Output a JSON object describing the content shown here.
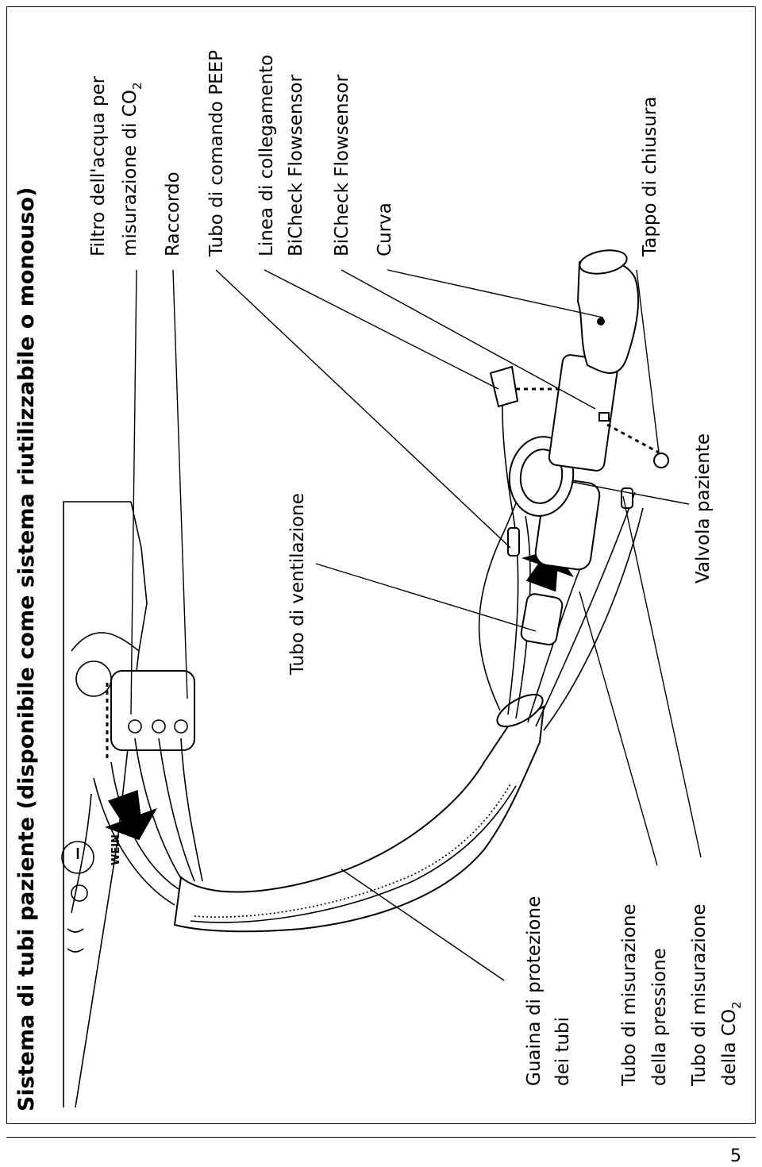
{
  "title": "Sistema di tubi paziente (disponibile come sistema riutilizzabile o monouso)",
  "page_number": "5",
  "device_logo_text": "WEIN",
  "labels": {
    "filtro_line1": "Filtro dell'acqua per",
    "filtro_line2_prefix": "misurazione di CO",
    "filtro_line2_sub": "2",
    "raccordo": "Raccordo",
    "tubo_peep": "Tubo di comando PEEP",
    "linea_line1": "Linea di collegamento",
    "linea_line2": "BiCheck Flowsensor",
    "bicheck": "BiCheck Flowsensor",
    "curva": "Curva",
    "tappo": "Tappo di chiusura",
    "tubo_ventilazione": "Tubo di ventilazione",
    "valvola": "Valvola paziente",
    "guaina_line1": "Guaina di protezione",
    "guaina_line2": "dei tubi",
    "press_line1": "Tubo di misurazione",
    "press_line2": "della pressione",
    "co2_line1": "Tubo di misurazione",
    "co2_line2_prefix": "della CO",
    "co2_line2_sub": "2"
  }
}
